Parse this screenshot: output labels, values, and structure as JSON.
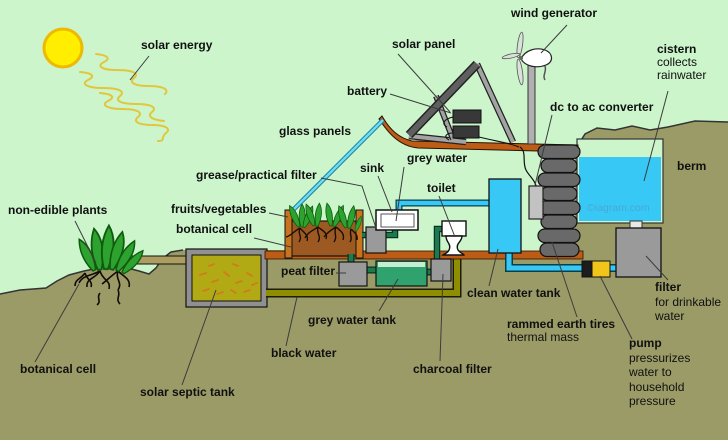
{
  "title": "earthship sustainable house diagram",
  "watermark": "©iagram.com",
  "colors": {
    "sky": "#ccf5cc",
    "ground": "#9b9b68",
    "roof": "#bd5c16",
    "sun": "#ffee00",
    "water": "#38c8f6",
    "grey_water_tank": "#2fa26e",
    "septic": "#b2aa15",
    "pump_yellow": "#f2c51a",
    "tire": "#696969",
    "soil": "#9c5a22",
    "leaf": "#2ea22e"
  },
  "labels": {
    "solar_energy": {
      "text": "solar energy"
    },
    "wind_generator": {
      "text": "wind generator"
    },
    "solar_panel": {
      "text": "solar panel"
    },
    "battery": {
      "text": "battery"
    },
    "glass_panels": {
      "text": "glass panels"
    },
    "dc_ac": {
      "text": "dc to ac converter"
    },
    "cistern": {
      "title": "cistern",
      "sub": [
        "collects",
        "rainwater"
      ]
    },
    "berm": {
      "text": "berm"
    },
    "grey_water": {
      "text": "grey water"
    },
    "sink": {
      "text": "sink"
    },
    "toilet": {
      "text": "toilet"
    },
    "grease_filter": {
      "text": "grease/practical filter"
    },
    "fruits_vegetables": {
      "text": "fruits/vegetables"
    },
    "botanical_cell_upper": {
      "text": "botanical cell"
    },
    "non_edible_plants": {
      "text": "non-edible plants"
    },
    "peat_filter": {
      "text": "peat filter"
    },
    "clean_water_tank": {
      "text": "clean water tank"
    },
    "grey_water_tank": {
      "text": "grey water tank"
    },
    "black_water": {
      "text": "black water"
    },
    "charcoal_filter": {
      "text": "charcoal filter"
    },
    "rammed_earth": {
      "title": "rammed earth tires",
      "sub": [
        "thermal mass"
      ]
    },
    "solar_septic_tank": {
      "text": "solar septic tank"
    },
    "botanical_cell_lower": {
      "text": "botanical cell"
    },
    "pump": {
      "title": "pump",
      "sub": [
        "pressurizes",
        "water to",
        "household",
        "pressure"
      ]
    },
    "filter": {
      "title": "filter",
      "sub": [
        "for drinkable",
        "water"
      ]
    }
  }
}
